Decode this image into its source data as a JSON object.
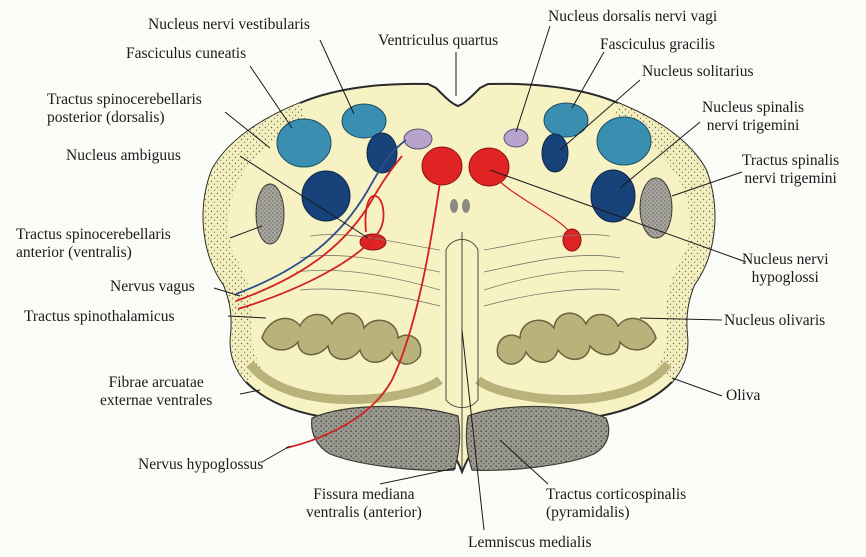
{
  "labels": {
    "nucleus_nervi_vestibularis": [
      "Nucleus nervi vestibularis"
    ],
    "fasciculus_cuneatis": [
      "Fasciculus cuneatis"
    ],
    "ventriculus_quartus": [
      "Ventriculus quartus"
    ],
    "nucleus_dorsalis_nervi_vagi": [
      "Nucleus dorsalis nervi vagi"
    ],
    "fasciculus_gracilis": [
      "Fasciculus gracilis"
    ],
    "nucleus_solitarius": [
      "Nucleus solitarius"
    ],
    "tractus_spinocerebellaris_posterior": [
      "Tractus spinocerebellaris",
      "posterior (dorsalis)"
    ],
    "nucleus_spinalis_nervi_trigemini": [
      "Nucleus spinalis",
      "nervi trigemini"
    ],
    "nucleus_ambiguus": [
      "Nucleus ambiguus"
    ],
    "tractus_spinalis_nervi_trigemini": [
      "Tractus spinalis",
      "nervi trigemini"
    ],
    "tractus_spinocerebellaris_anterior": [
      "Tractus spinocerebellaris",
      "anterior (ventralis)"
    ],
    "nucleus_nervi_hypoglossi": [
      "Nucleus nervi",
      "hypoglossi"
    ],
    "nervus_vagus": [
      "Nervus vagus"
    ],
    "tractus_spinothalamicus": [
      "Tractus spinothalamicus"
    ],
    "nucleus_olivaris": [
      "Nucleus olivaris"
    ],
    "fibrae_arcuatae": [
      "Fibrae arcuatae",
      "externae ventrales"
    ],
    "oliva": [
      "Oliva"
    ],
    "nervus_hypoglossus": [
      "Nervus hypoglossus"
    ],
    "fissura_mediana": [
      "Fissura mediana",
      "ventralis (anterior)"
    ],
    "tractus_corticospinalis": [
      "Tractus corticospinalis",
      "(pyramidalis)"
    ],
    "lemniscus_medialis": [
      "Lemniscus medialis"
    ]
  },
  "colors": {
    "section_fill": "#f7f2c4",
    "outline": "#2a2a2a",
    "teal": "#3a8fb0",
    "dark_blue": "#17427a",
    "lilac": "#b7a3cb",
    "red": "#e02424",
    "olive": "#b9b27a",
    "grey": "#8a8a82",
    "nerve_blue": "#2e4f8a"
  }
}
